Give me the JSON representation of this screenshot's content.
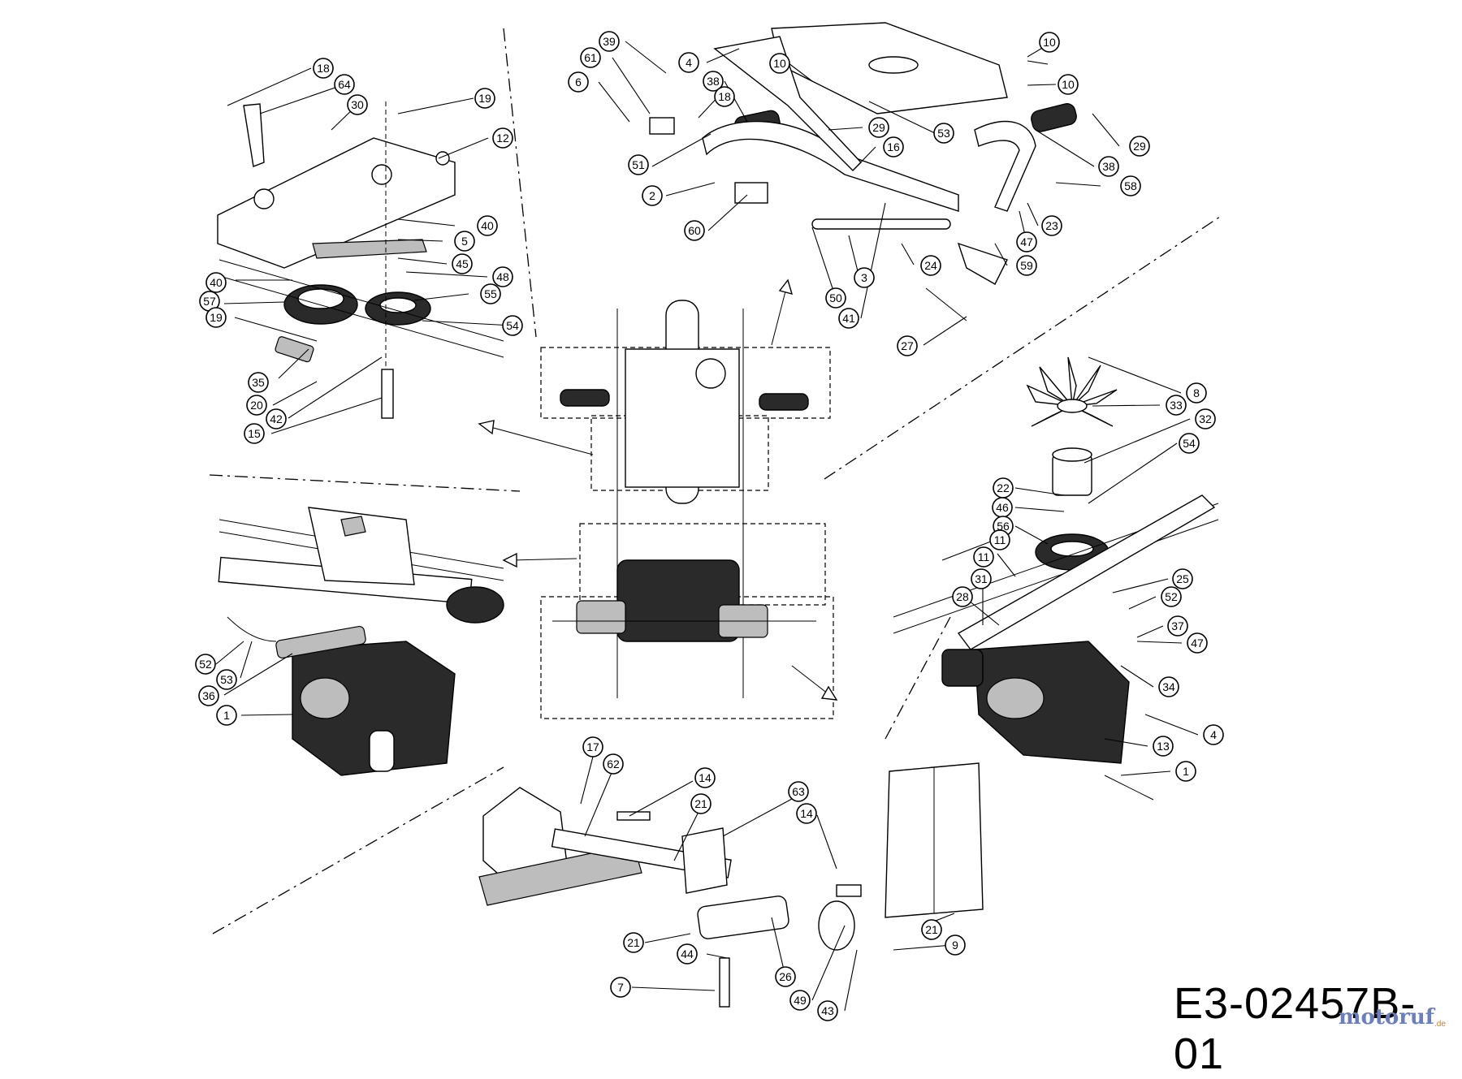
{
  "reference_code": "E3-02457B-01",
  "watermark": {
    "name": "motoruf",
    "domain": ".de",
    "color": "#6a7fc0",
    "accent": "#d07b2c"
  },
  "views": {
    "upper_left": {
      "labels": [
        "18",
        "64",
        "30",
        "19",
        "12",
        "40",
        "5",
        "45",
        "48",
        "55",
        "54",
        "40",
        "57",
        "19",
        "35",
        "20",
        "42",
        "15"
      ]
    },
    "upper_right": {
      "labels": [
        "39",
        "4",
        "10",
        "10",
        "10",
        "61",
        "38",
        "18",
        "6",
        "29",
        "53",
        "16",
        "29",
        "38",
        "51",
        "58",
        "2",
        "60",
        "23",
        "47",
        "3",
        "24",
        "59",
        "50",
        "41",
        "27"
      ]
    },
    "middle_left": {
      "labels": [
        "52",
        "53",
        "36",
        "1"
      ]
    },
    "middle_right": {
      "labels": [
        "8",
        "33",
        "32",
        "54",
        "22",
        "46",
        "56",
        "11",
        "11",
        "31",
        "28",
        "25",
        "52",
        "37",
        "47",
        "34",
        "4",
        "13",
        "1"
      ]
    },
    "bottom_center": {
      "labels": [
        "17",
        "62",
        "14",
        "21",
        "63",
        "14",
        "21",
        "44",
        "21",
        "9",
        "7",
        "26",
        "49",
        "43"
      ]
    }
  }
}
